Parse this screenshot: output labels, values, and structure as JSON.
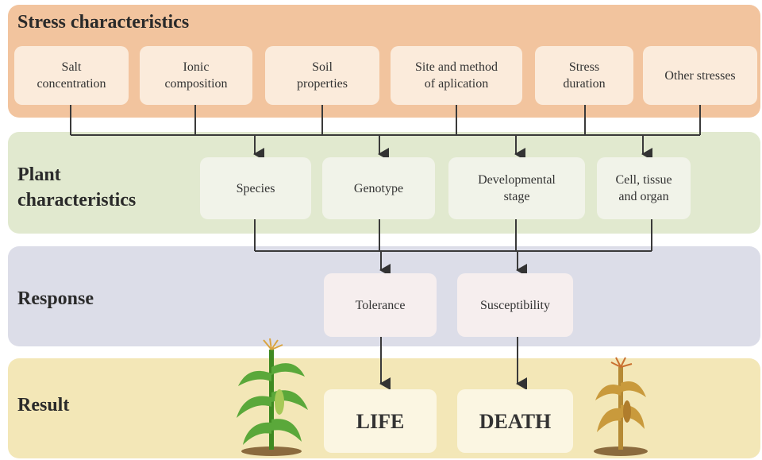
{
  "bands": {
    "stress": {
      "title": "Stress characteristics"
    },
    "plant": {
      "title_line1": "Plant",
      "title_line2": "characteristics"
    },
    "response": {
      "title": "Response"
    },
    "result": {
      "title": "Result"
    }
  },
  "stress_boxes": [
    {
      "line1": "Salt",
      "line2": "concentration"
    },
    {
      "line1": "Ionic",
      "line2": "composition"
    },
    {
      "line1": "Soil",
      "line2": "properties"
    },
    {
      "line1": "Site and method",
      "line2": "of aplication"
    },
    {
      "line1": "Stress",
      "line2": "duration"
    },
    {
      "line1": "Other stresses",
      "line2": ""
    }
  ],
  "plant_boxes": [
    {
      "line1": "Species",
      "line2": ""
    },
    {
      "line1": "Genotype",
      "line2": ""
    },
    {
      "line1": "Developmental",
      "line2": "stage"
    },
    {
      "line1": "Cell, tissue",
      "line2": "and organ"
    }
  ],
  "response_boxes": [
    {
      "label": "Tolerance"
    },
    {
      "label": "Susceptibility"
    }
  ],
  "result_boxes": [
    {
      "label": "LIFE"
    },
    {
      "label": "DEATH"
    }
  ],
  "colors": {
    "stress_band": "#f2c49e",
    "plant_band": "#e1e9cf",
    "response_band": "#dcdde8",
    "result_band": "#f3e7b7",
    "healthy_plant": "#4e9a2c",
    "dying_plant": "#c99a3c"
  },
  "icons": [
    "healthy-corn-plant-icon",
    "dying-corn-plant-icon"
  ]
}
